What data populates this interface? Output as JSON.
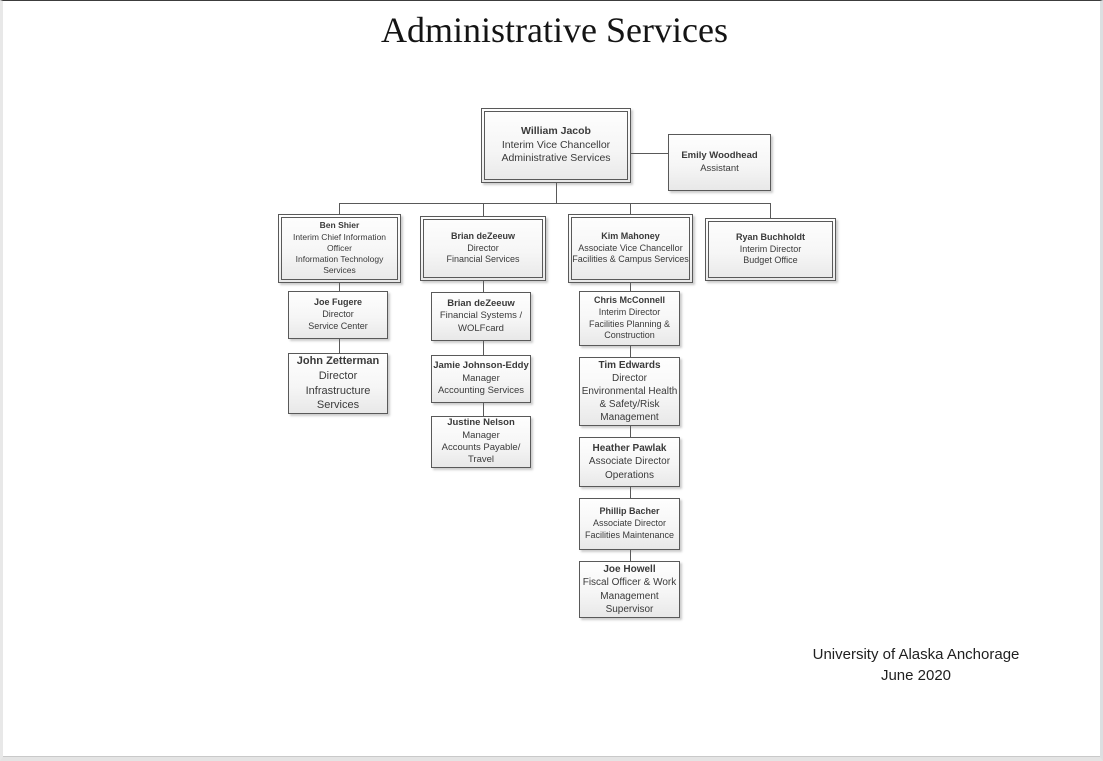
{
  "page": {
    "title": "Administrative Services",
    "footer_org": "University of Alaska Anchorage",
    "footer_date": "June 2020"
  },
  "colors": {
    "box_border": "#595959",
    "connector_line": "#595959",
    "box_text": "#3a3a3a",
    "box_fill_top": "#fefefe",
    "box_fill_bottom": "#e8e8e8"
  },
  "nodes": {
    "william_jacob": {
      "name": "William Jacob",
      "role": "Interim Vice Chancellor\nAdministrative Services"
    },
    "emily_woodhead": {
      "name": "Emily Woodhead",
      "role": "Assistant"
    },
    "ben_shier": {
      "name": "Ben Shier",
      "role": "Interim Chief Information\nOfficer\nInformation Technology\nServices"
    },
    "brian_dezeeuw": {
      "name": "Brian deZeeuw",
      "role": "Director\nFinancial Services"
    },
    "kim_mahoney": {
      "name": "Kim Mahoney",
      "role": "Associate Vice Chancellor\nFacilities & Campus Services"
    },
    "ryan_buchholdt": {
      "name": "Ryan Buchholdt",
      "role": "Interim Director\nBudget Office"
    },
    "joe_fugere": {
      "name": "Joe Fugere",
      "role": "Director\nService Center"
    },
    "john_zetterman": {
      "name": "John Zetterman",
      "role": "Director\nInfrastructure\nServices"
    },
    "brian_dezeeuw_2": {
      "name": "Brian deZeeuw",
      "role": "Financial Systems /\nWOLFcard"
    },
    "jamie_johnson_eddy": {
      "name": "Jamie Johnson-Eddy",
      "role": "Manager\nAccounting Services"
    },
    "justine_nelson": {
      "name": "Justine Nelson",
      "role": "Manager\nAccounts Payable/\nTravel"
    },
    "chris_mcconnell": {
      "name": "Chris McConnell",
      "role": "Interim Director\nFacilities Planning &\nConstruction"
    },
    "tim_edwards": {
      "name": "Tim Edwards",
      "role": "Director\nEnvironmental Health\n& Safety/Risk\nManagement"
    },
    "heather_pawlak": {
      "name": "Heather Pawlak",
      "role": "Associate Director\nOperations"
    },
    "phillip_bacher": {
      "name": "Phillip Bacher",
      "role": "Associate Director\nFacilities Maintenance"
    },
    "joe_howell": {
      "name": "Joe Howell",
      "role": "Fiscal Officer & Work\nManagement\nSupervisor"
    }
  }
}
